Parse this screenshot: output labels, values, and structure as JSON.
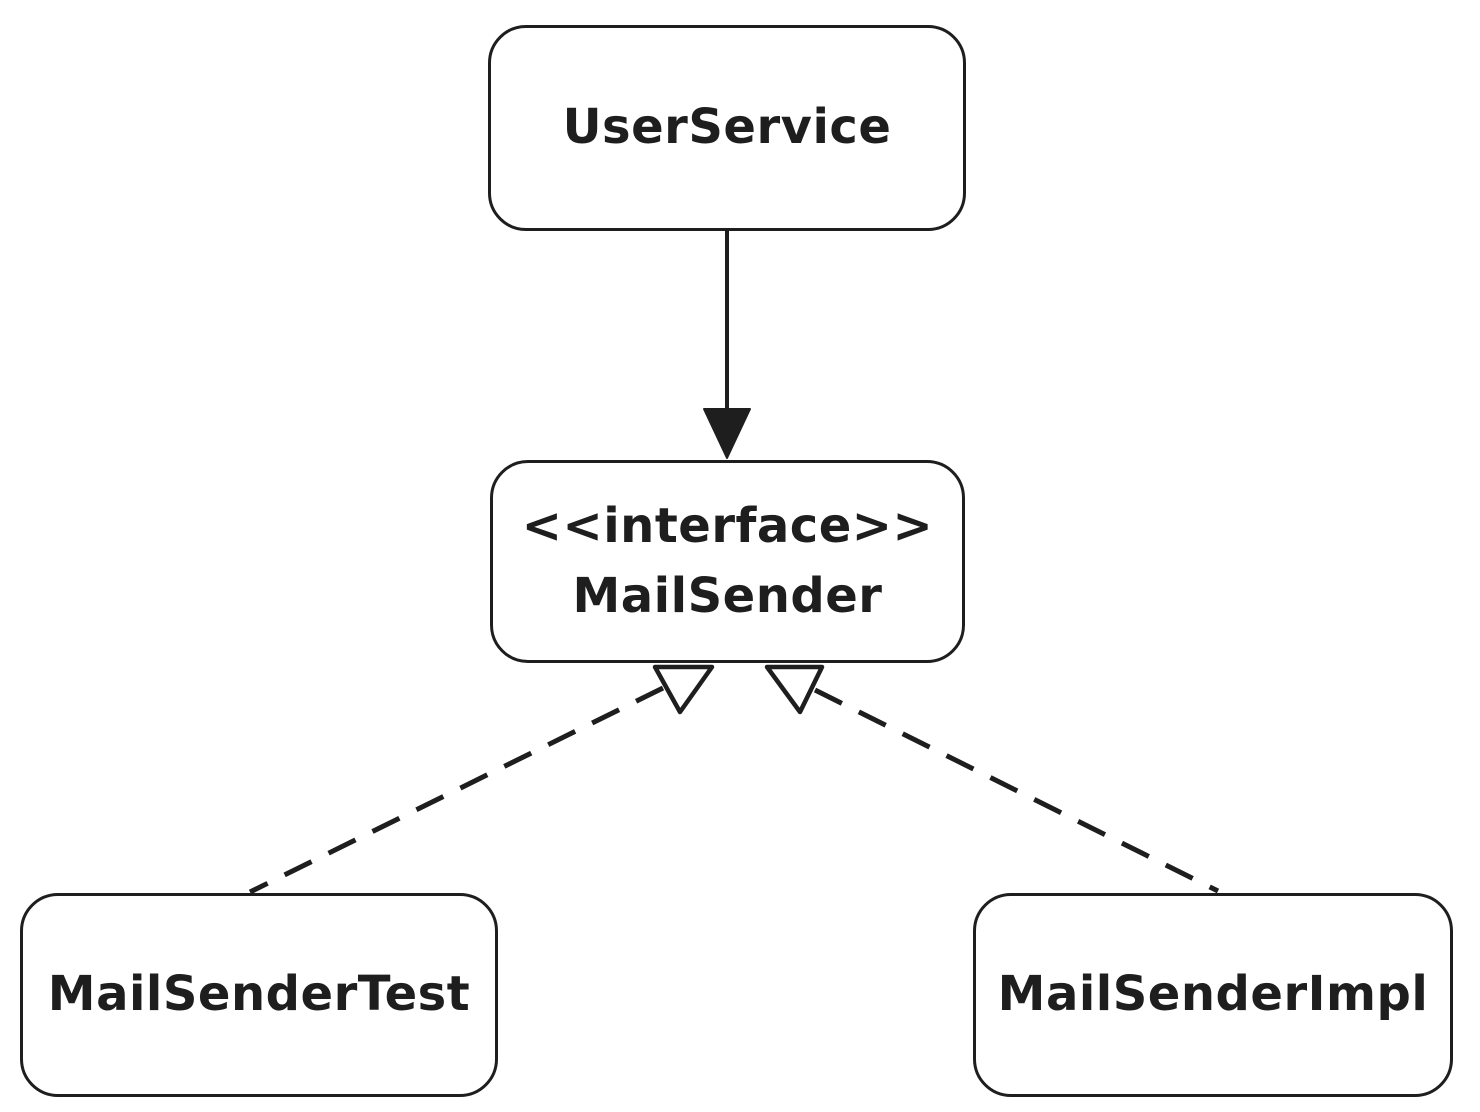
{
  "colors": {
    "stroke": "#1e1e1e",
    "background": "#ffffff",
    "node_fill": "#ffffff"
  },
  "nodes": {
    "user_service": {
      "label": "UserService"
    },
    "mail_sender": {
      "stereotype": "<<interface>>",
      "label": "MailSender"
    },
    "mail_sender_test": {
      "label": "MailSenderTest"
    },
    "mail_sender_impl": {
      "label": "MailSenderImpl"
    }
  },
  "edges": [
    {
      "from": "UserService",
      "to": "MailSender",
      "line_style": "solid",
      "arrowhead": "filled-triangle",
      "relation": "dependency"
    },
    {
      "from": "MailSenderTest",
      "to": "MailSender",
      "line_style": "dashed",
      "arrowhead": "hollow-triangle",
      "relation": "realization"
    },
    {
      "from": "MailSenderImpl",
      "to": "MailSender",
      "line_style": "dashed",
      "arrowhead": "hollow-triangle",
      "relation": "realization"
    }
  ]
}
